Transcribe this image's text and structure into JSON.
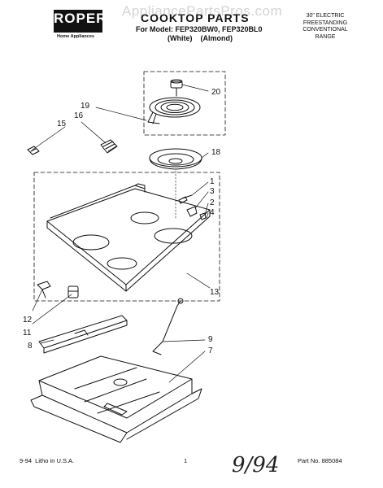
{
  "header": {
    "brand_logo": "ROPER",
    "brand_subtitle": "Home Appliances",
    "title": "COOKTOP PARTS",
    "model_prefix": "For Model:",
    "models": "FEP320BW0, FEP320BL0",
    "colors": "(White)    (Almond)",
    "description": [
      "30\" ELECTRIC",
      "FREESTANDING",
      "CONVENTIONAL",
      "RANGE"
    ]
  },
  "watermark": "AppliancePartsPros.com",
  "callouts": [
    "20",
    "19",
    "16",
    "15",
    "18",
    "1",
    "3",
    "2",
    "4",
    "13",
    "12",
    "11",
    "8",
    "9",
    "7"
  ],
  "footer": {
    "date_print": "9-94  Litho in U.S.A.",
    "page_number": "1",
    "handwritten_note": "9/94",
    "part_number": "Part No. 885084"
  }
}
